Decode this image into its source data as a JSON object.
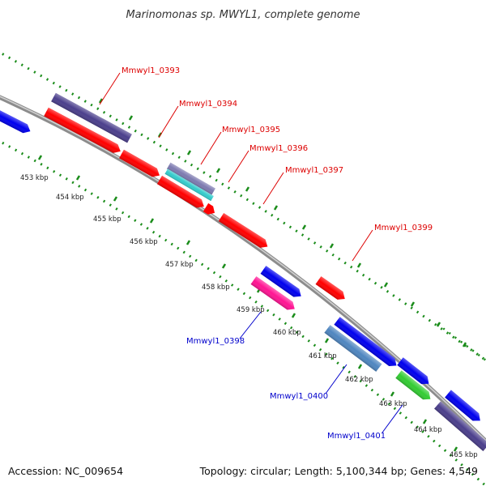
{
  "title": "Marinomonas sp. MWYL1, complete genome",
  "footer": {
    "accession": "Accession: NC_009654",
    "summary": "Topology: circular; Length: 5,100,344 bp; Genes: 4,549"
  },
  "colors": {
    "forward_gene": "#ff0000",
    "reverse_gene": "#0000ee",
    "purple_gene": "#4b3f8c",
    "cyan_gene": "#33cccc",
    "steel_gene": "#4f86c0",
    "pink_gene": "#ff1493",
    "green_gene": "#33cc33",
    "backbone": "#8c8c8c",
    "tick_green": "#1a8c1a",
    "forward_label": "#dd0000",
    "reverse_label": "#0000cc"
  },
  "ruler": [
    "453 kbp",
    "454 kbp",
    "455 kbp",
    "456 kbp",
    "457 kbp",
    "458 kbp",
    "459 kbp",
    "460 kbp",
    "461 kbp",
    "462 kbp",
    "463 kbp",
    "464 kbp",
    "465 kbp"
  ],
  "gene_labels_forward": [
    "Mmwyl1_0393",
    "Mmwyl1_0394",
    "Mmwyl1_0395",
    "Mmwyl1_0396",
    "Mmwyl1_0397",
    "Mmwyl1_0399"
  ],
  "gene_labels_reverse": [
    "Mmwyl1_0398",
    "Mmwyl1_0400",
    "Mmwyl1_0401"
  ]
}
